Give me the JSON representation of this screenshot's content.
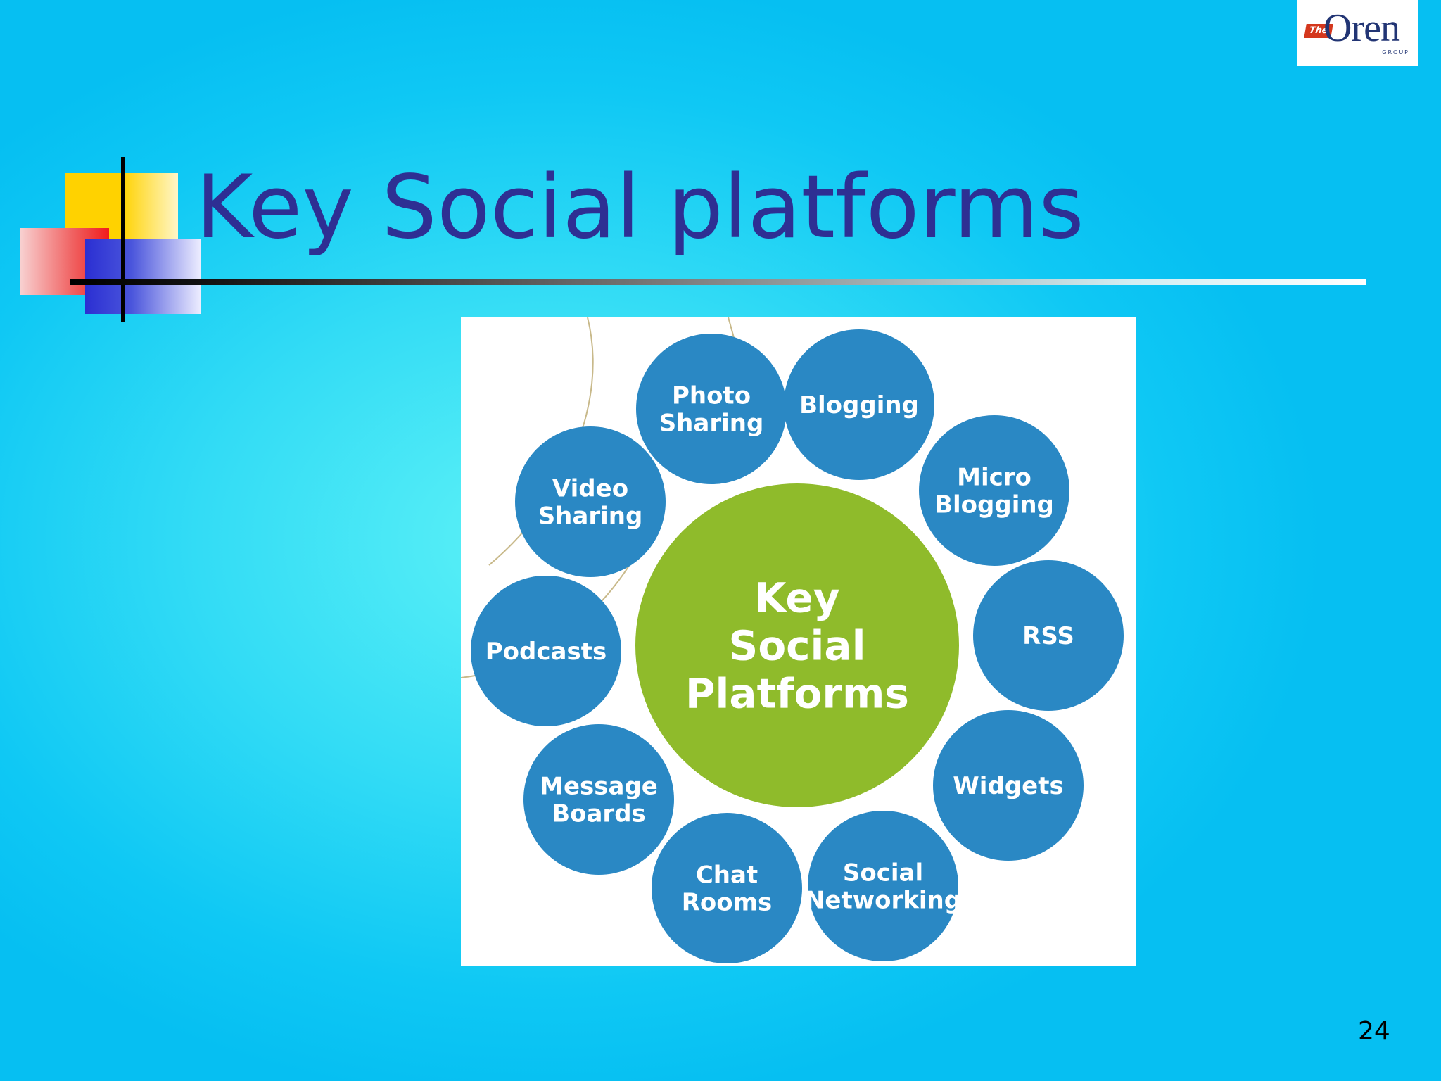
{
  "logo": {
    "mark": "The",
    "name": "Oren",
    "sub": "GROUP",
    "mark_color": "#d4371d",
    "text_color": "#223574"
  },
  "title": "Key Social platforms",
  "page_number": "24",
  "diagram": {
    "center": {
      "lines": [
        "Key",
        "Social",
        "Platforms"
      ],
      "color": "#8fbb2b"
    },
    "node_color": "#2a88c4",
    "nodes": [
      {
        "lines": [
          "Photo",
          "Sharing"
        ]
      },
      {
        "lines": [
          "Blogging"
        ]
      },
      {
        "lines": [
          "Micro",
          "Blogging"
        ]
      },
      {
        "lines": [
          "RSS"
        ]
      },
      {
        "lines": [
          "Widgets"
        ]
      },
      {
        "lines": [
          "Social",
          "Networking"
        ]
      },
      {
        "lines": [
          "Chat",
          "Rooms"
        ]
      },
      {
        "lines": [
          "Message",
          "Boards"
        ]
      },
      {
        "lines": [
          "Podcasts"
        ]
      },
      {
        "lines": [
          "Video",
          "Sharing"
        ]
      }
    ]
  },
  "colors": {
    "background": "#1fd0f4",
    "title": "#2e2f93"
  }
}
